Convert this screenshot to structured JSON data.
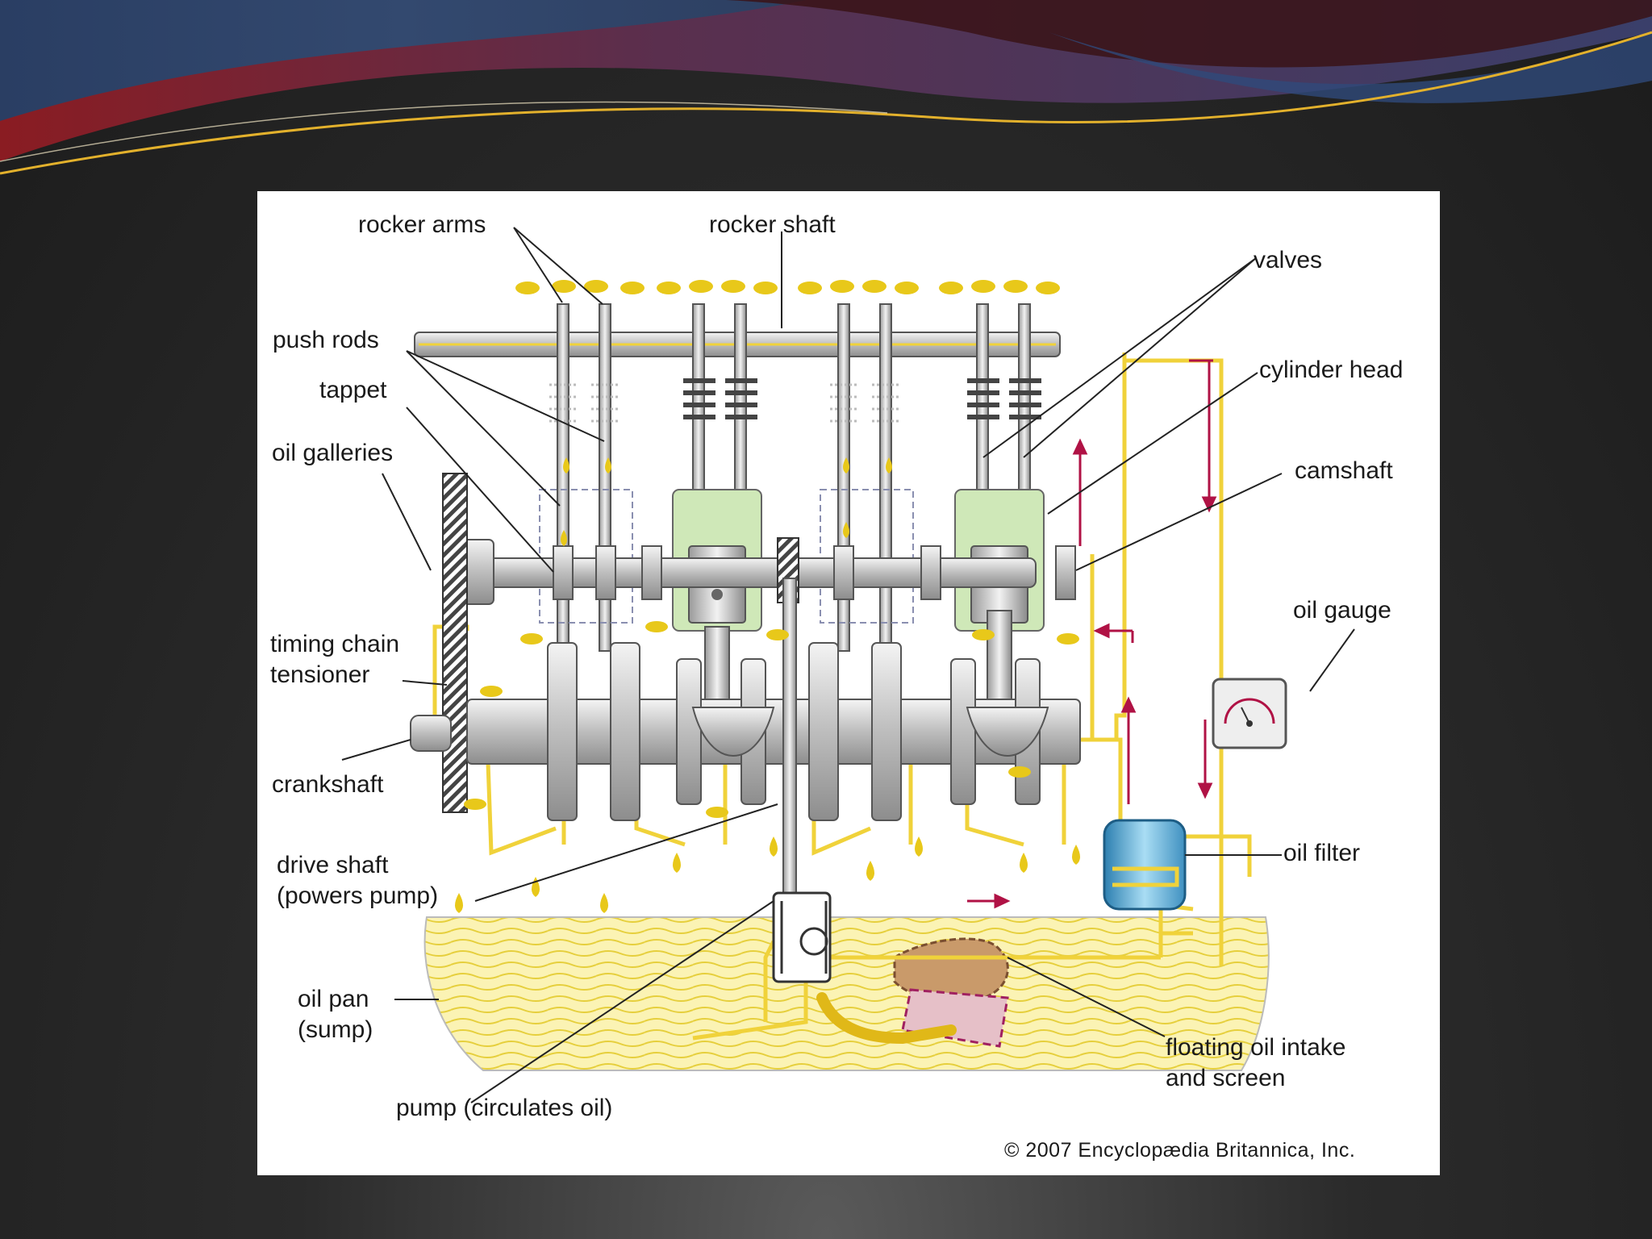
{
  "labels": {
    "rocker_arms": "rocker arms",
    "rocker_shaft": "rocker shaft",
    "valves": "valves",
    "push_rods": "push rods",
    "tappet": "tappet",
    "cylinder_head": "cylinder head",
    "oil_galleries": "oil galleries",
    "camshaft": "camshaft",
    "oil_gauge": "oil gauge",
    "timing_chain_tensioner_1": "timing chain",
    "timing_chain_tensioner_2": "tensioner",
    "crankshaft": "crankshaft",
    "oil_filter": "oil filter",
    "drive_shaft_1": "drive shaft",
    "drive_shaft_2": "(powers pump)",
    "oil_pan_1": "oil pan",
    "oil_pan_2": "(sump)",
    "floating_intake_1": "floating oil intake",
    "floating_intake_2": "and screen",
    "pump": "pump (circulates oil)"
  },
  "copyright": "© 2007 Encyclopædia Britannica, Inc.",
  "colors": {
    "oil": "#e8c81a",
    "oil_line": "#f0d23a",
    "flow_arrow": "#b01245",
    "metal": "#c8c8c8",
    "sump_fill": "#fbf3b4",
    "filter": "#6ab8e0",
    "cylinder": "#cfe8b8"
  }
}
